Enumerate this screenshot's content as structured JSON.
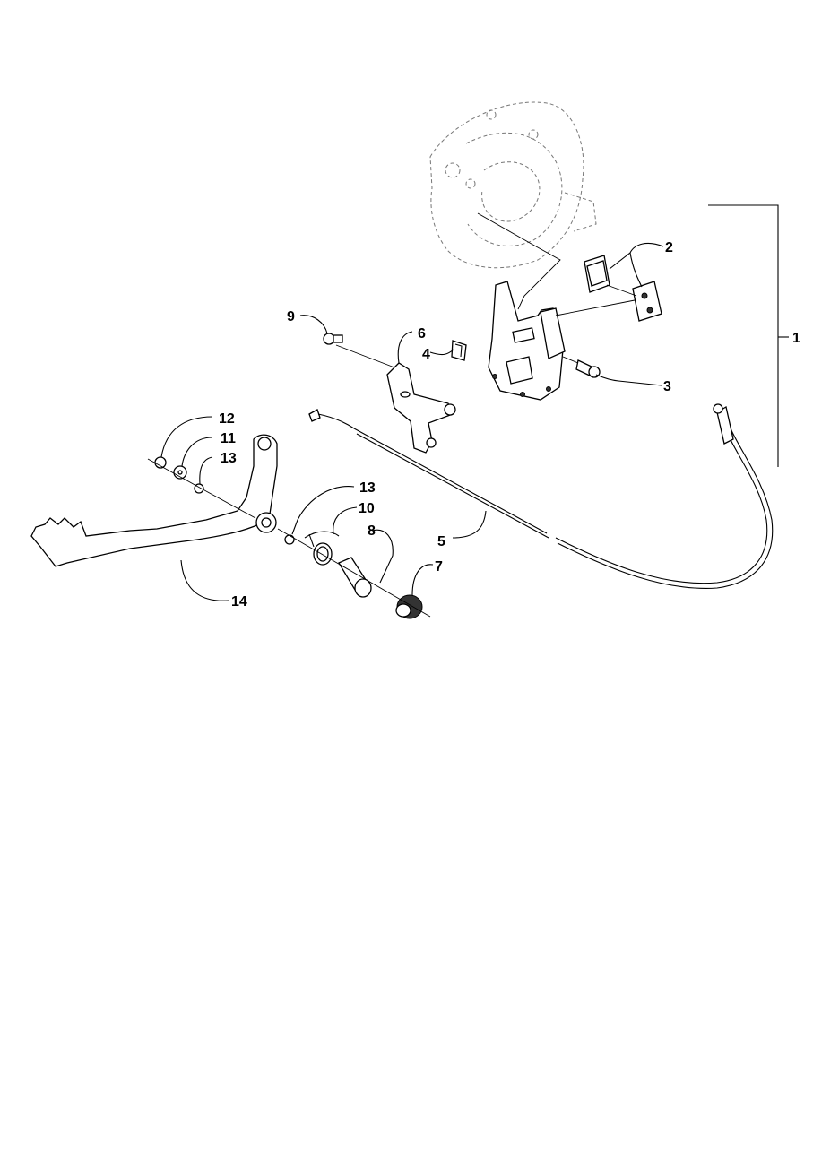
{
  "callouts": {
    "c1": "1",
    "c2": "2",
    "c3": "3",
    "c4": "4",
    "c5": "5",
    "c6": "6",
    "c7": "7",
    "c8": "8",
    "c9": "9",
    "c10": "10",
    "c11": "11",
    "c12": "12",
    "c13a": "13",
    "c13b": "13",
    "c14": "14"
  },
  "colors": {
    "ink": "#000000",
    "paper": "#ffffff",
    "ghost": "#777777"
  }
}
